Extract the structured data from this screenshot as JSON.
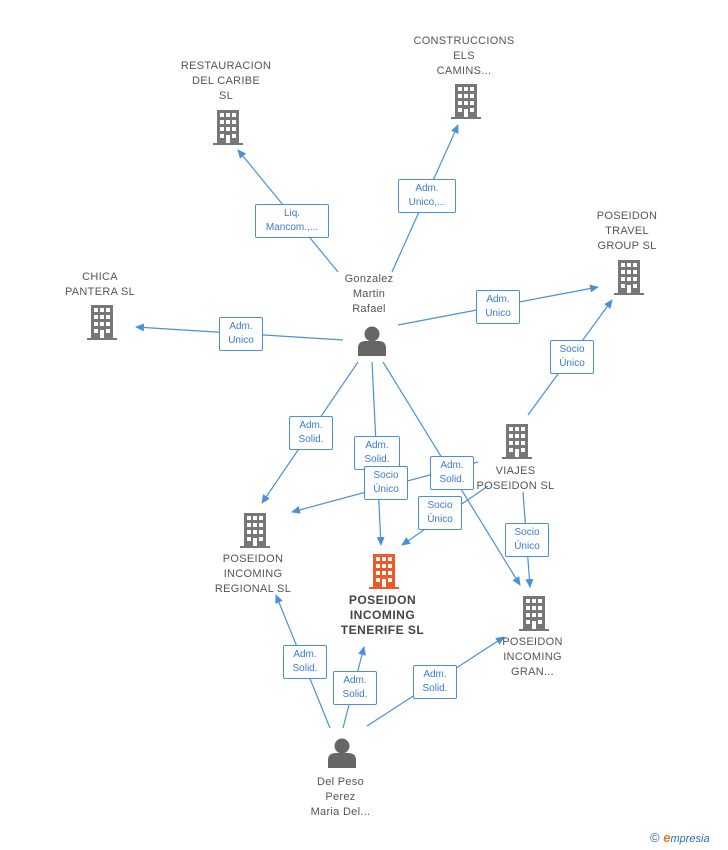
{
  "colors": {
    "edge": "#4a90d9",
    "building": "#777777",
    "highlight": "#f05a28",
    "person": "#666666"
  },
  "nodes": {
    "restauracion": "RESTAURACION\nDEL CARIBE\nSL",
    "construcciones": "CONSTRUCCIONS\nELS\nCAMINS...",
    "travel_group": "POSEIDON\nTRAVEL\nGROUP SL",
    "chica_pantera": "CHICA\nPANTERA  SL",
    "gonzalez": "Gonzalez\nMartin\nRafael",
    "viajes": "VIAJES\nPOSEIDON SL",
    "regional": "POSEIDON\nINCOMING\nREGIONAL  SL",
    "tenerife": "POSEIDON\nINCOMING\nTENERIFE  SL",
    "gran": "POSEIDON\nINCOMING\nGRAN...",
    "delpeso": "Del Peso\nPerez\nMaria Del..."
  },
  "edges": {
    "liq_mancom": "Liq.\nMancom.,...",
    "adm_unico_cons": "Adm.\nUnico,...",
    "adm_unico_travel": "Adm.\nUnico",
    "adm_unico_chica": "Adm.\nUnico",
    "socio_unico_travel": "Socio\nÚnico",
    "adm_solid_regional": "Adm.\nSolid.",
    "adm_solid_tenerife": "Adm.\nSolid.",
    "socio_unico_regional": "Socio\nÚnico",
    "adm_solid_gran": "Adm.\nSolid.",
    "socio_unico_tenerife": "Socio\nÚnico",
    "socio_unico_gran": "Socio\nÚnico",
    "dp_adm_solid_regional": "Adm.\nSolid.",
    "dp_adm_solid_tenerife": "Adm.\nSolid.",
    "dp_adm_solid_gran": "Adm.\nSolid."
  },
  "footer": {
    "copyright": "©",
    "brand_first": "e",
    "brand_rest": "mpresia"
  }
}
